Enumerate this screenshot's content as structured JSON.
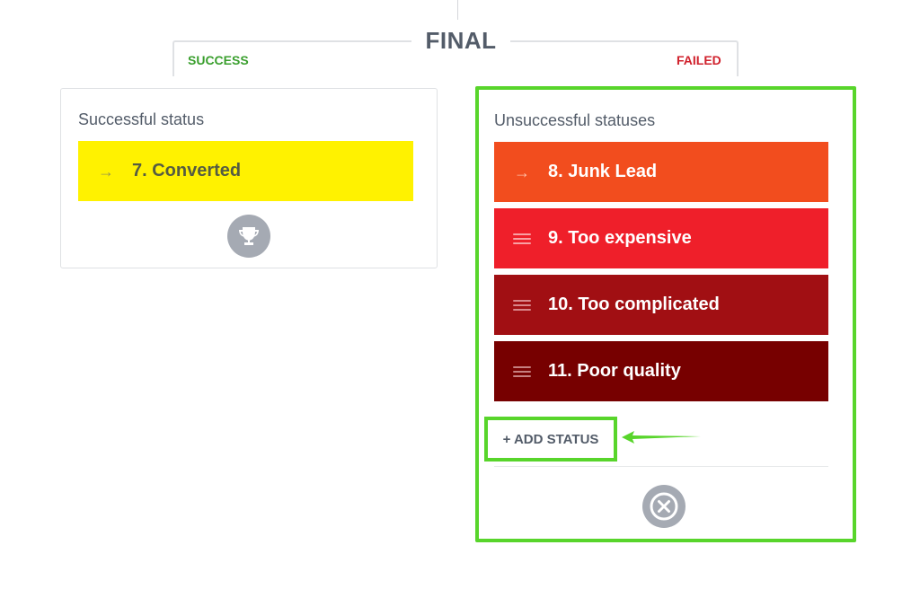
{
  "header": {
    "title": "FINAL",
    "success_label": "SUCCESS",
    "failed_label": "FAILED"
  },
  "success_panel": {
    "title": "Successful status",
    "status": {
      "label": "7. Converted",
      "icon": "arrow-right-icon",
      "color": "#fff200"
    },
    "action_icon": "trophy-icon"
  },
  "failed_panel": {
    "title": "Unsuccessful statuses",
    "statuses": [
      {
        "label": "8. Junk Lead",
        "icon": "arrow-right-icon",
        "color": "#f24d1e"
      },
      {
        "label": "9. Too expensive",
        "icon": "drag-handle-icon",
        "color": "#ef1f2a"
      },
      {
        "label": "10. Too complicated",
        "icon": "drag-handle-icon",
        "color": "#a10f13"
      },
      {
        "label": "11. Poor quality",
        "icon": "drag-handle-icon",
        "color": "#770000"
      }
    ],
    "add_status_label": "+ ADD STATUS",
    "action_icon": "close-circle-icon"
  },
  "colors": {
    "highlight": "#58d52b",
    "success_text": "#3a9f2e",
    "failed_text": "#d0212c"
  }
}
